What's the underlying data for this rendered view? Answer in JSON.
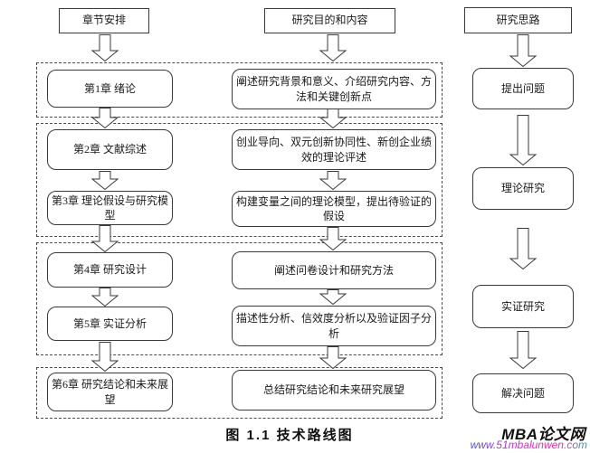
{
  "figure": {
    "caption": "图 1.1 技术路线图"
  },
  "watermark": {
    "brand": "MBA论文网",
    "url": "www.51mbalunwen.com",
    "brand_color": "#111111",
    "url_gradient": [
      "#4a52d9",
      "#d92fc0",
      "#e0309a",
      "#23a8a8"
    ]
  },
  "headers": {
    "chapters": "章节安排",
    "content": "研究目的和内容",
    "approach": "研究思路"
  },
  "chapter_boxes": [
    "第1章 绪论",
    "第2章 文献综述",
    "第3章 理论假设与研究模型",
    "第4章 研究设计",
    "第5章 实证分析",
    "第6章 研究结论和未来展望"
  ],
  "content_boxes": [
    "阐述研究背景和意义、介绍研究内容、方法和关键创新点",
    "创业导向、双元创新协同性、新创企业绩效的理论评述",
    "构建变量之间的理论模型，提出待验证的假设",
    "阐述问卷设计和研究方法",
    "描述性分析、信效度分析以及验证因子分析",
    "总结研究结论和未来研究展望"
  ],
  "approach_boxes": [
    "提出问题",
    "理论研究",
    "实证研究",
    "解决问题"
  ]
}
